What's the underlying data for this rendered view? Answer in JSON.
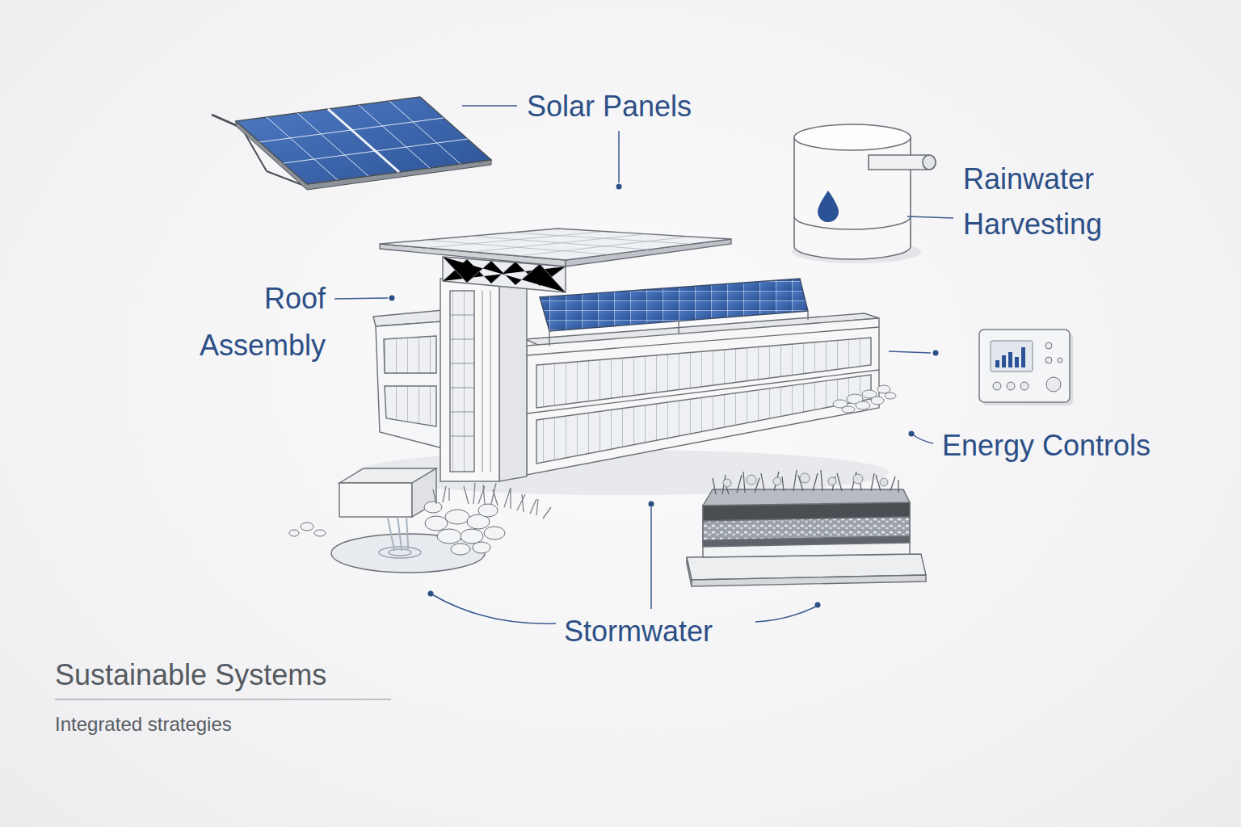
{
  "diagram": {
    "title": "Sustainable Systems",
    "caption": "Integrated strategies",
    "labels": [
      "Solar Panels",
      "Rainwater Harvesting",
      "Roof Assembly",
      "Energy Controls",
      "Stormwater"
    ]
  }
}
